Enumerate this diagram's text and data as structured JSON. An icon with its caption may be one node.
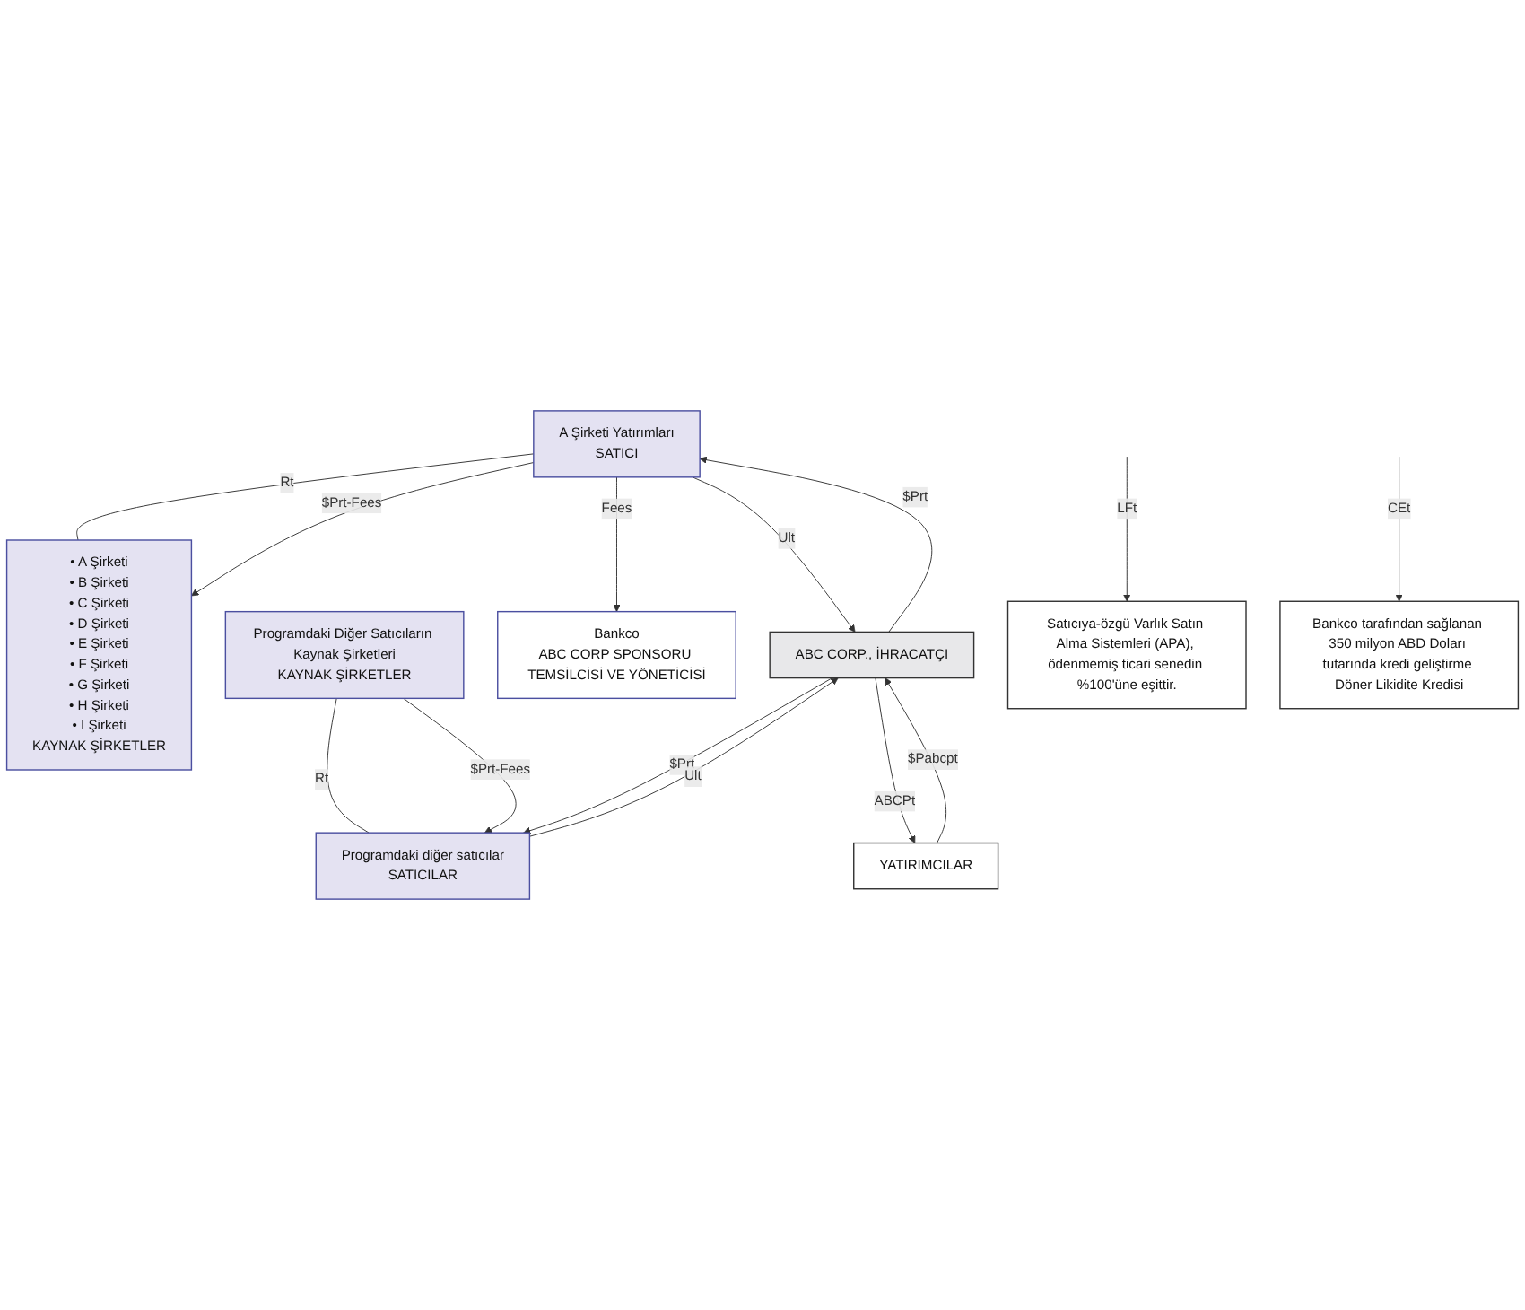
{
  "diagram": {
    "nodes": [
      {
        "text": [
          "• A Şirketi",
          "• B Şirketi",
          "• C Şirketi",
          "• D Şirketi",
          "• E Şirketi",
          "• F Şirketi",
          "• G Şirketi",
          "• H Şirketi",
          "• I Şirketi",
          "KAYNAK ŞİRKETLER"
        ]
      },
      {
        "text": [
          "A Şirketi Yatırımları",
          "SATICI"
        ]
      },
      {
        "text": [
          "Programdaki diğer satıcılar",
          "SATICILAR"
        ]
      },
      {
        "text": [
          "Programdaki Diğer Satıcıların Kaynak Şirketleri",
          "KAYNAK ŞİRKETLER"
        ]
      },
      {
        "text": [
          "Bankco",
          "ABC CORP SPONSORU TEMSİLCİSİ VE YÖNETİCİSİ"
        ]
      },
      {
        "text": [
          "ABC CORP., İHRACATÇI"
        ]
      },
      {
        "text": [
          "Satıcıya-özgü Varlık Satın Alma Sistemleri (APA), ödenmemiş ticari senedin %100'üne eşittir."
        ]
      },
      {
        "text": [
          "Bankco tarafından sağlanan 350 milyon ABD Doları tutarında kredi geliştirme Döner Likidite Kredisi"
        ]
      },
      {
        "text": [
          "YATIRIMCILAR"
        ]
      }
    ],
    "edges": [
      {
        "from": 1,
        "to": 0,
        "label": "Rt",
        "arrow": "none"
      },
      {
        "from": 1,
        "to": 0,
        "label": "$Prt-Fees",
        "arrow": "to"
      },
      {
        "from": 1,
        "to": 4,
        "label": "Fees",
        "arrow": "to"
      },
      {
        "from": 3,
        "to": 2,
        "label": "Rt",
        "arrow": "none"
      },
      {
        "from": 3,
        "to": 2,
        "label": "$Prt-Fees",
        "arrow": "to"
      },
      {
        "from": 5,
        "to": 1,
        "label": "$Prt",
        "arrow": "to"
      },
      {
        "from": 1,
        "to": 5,
        "label": "Ult",
        "arrow": "to"
      },
      {
        "from": 5,
        "to": 2,
        "label": "$Prt",
        "arrow": "to"
      },
      {
        "from": 2,
        "to": 5,
        "label": "Ult",
        "arrow": "to"
      },
      {
        "from": null,
        "to": 6,
        "label": "LFt",
        "arrow": "to"
      },
      {
        "from": null,
        "to": 7,
        "label": "CEt",
        "arrow": "to"
      },
      {
        "from": 8,
        "to": 5,
        "label": "$Pabcpt",
        "arrow": "to"
      },
      {
        "from": 5,
        "to": 8,
        "label": "ABCPt",
        "arrow": "to"
      }
    ]
  }
}
